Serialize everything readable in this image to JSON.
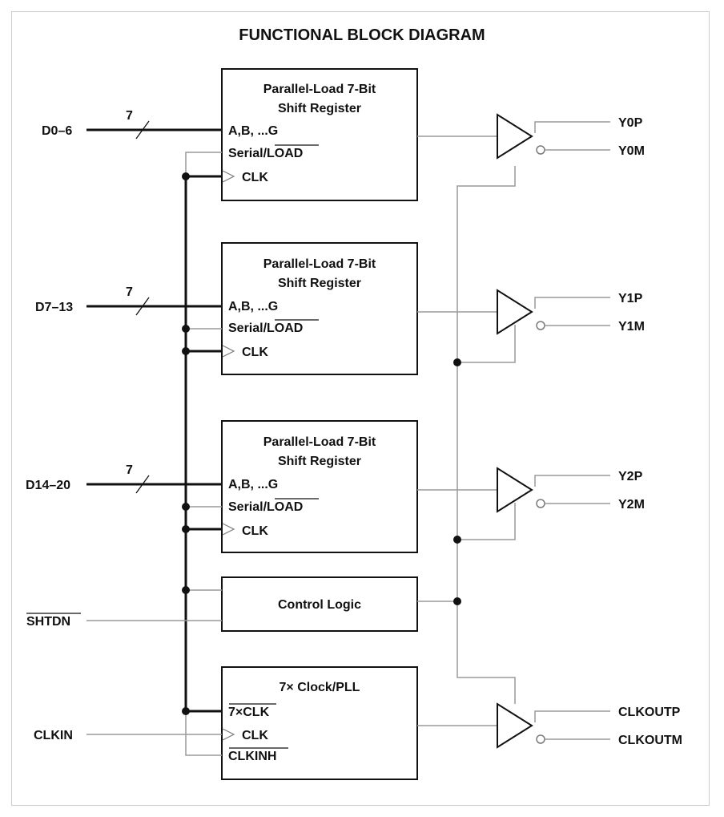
{
  "title": "FUNCTIONAL BLOCK DIAGRAM",
  "inputs": {
    "d0": "D0–6",
    "d1": "D7–13",
    "d2": "D14–20",
    "shtdn": "SHTDN",
    "clkin": "CLKIN"
  },
  "bus_width": "7",
  "shift_register": {
    "title_line1": "Parallel-Load 7-Bit",
    "title_line2": "Shift Register",
    "pin_data": "A,B, ...G",
    "pin_serial": "Serial/",
    "pin_load": "LOAD",
    "pin_clk": "CLK"
  },
  "control_logic": {
    "title": "Control Logic"
  },
  "pll": {
    "title": "7× Clock/PLL",
    "pin_7x": "7×CLK",
    "pin_clk": "CLK",
    "pin_clkinh": "CLKINH"
  },
  "outputs": {
    "y0p": "Y0P",
    "y0m": "Y0M",
    "y1p": "Y1P",
    "y1m": "Y1M",
    "y2p": "Y2P",
    "y2m": "Y2M",
    "clkoutp": "CLKOUTP",
    "clkoutm": "CLKOUTM"
  }
}
